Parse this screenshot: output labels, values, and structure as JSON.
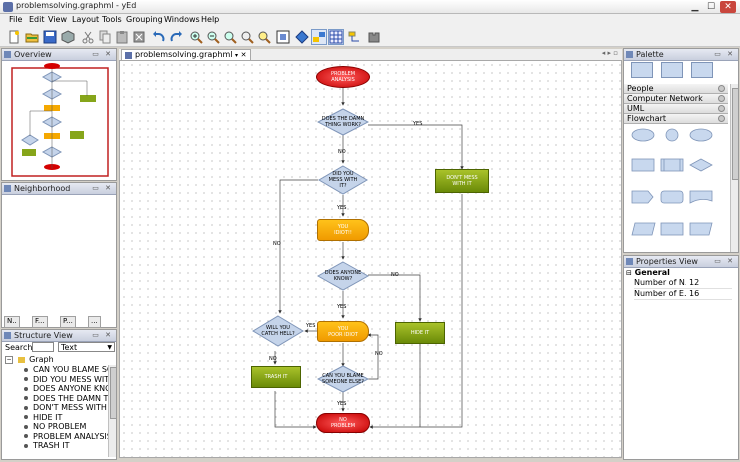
{
  "window": {
    "title": "problemsolving.graphml - yEd"
  },
  "menu": [
    "File",
    "Edit",
    "View",
    "Layout",
    "Tools",
    "Grouping",
    "Windows",
    "Help"
  ],
  "panels": {
    "overview": "Overview",
    "neighborhood": "Neighborhood",
    "structure": "Structure View",
    "palette": "Palette",
    "properties": "Properties View"
  },
  "mini_tabs": [
    "N..",
    "F...",
    "P...",
    "..."
  ],
  "document_tab": "problemsolving.graphml",
  "structure": {
    "search_label": "Search",
    "search_value": "",
    "filter_value": "Text",
    "root": "Graph",
    "items": [
      "CAN YOU BLAME SO",
      "DID YOU MESS WITH",
      "DOES ANYONE KNO",
      "DOES THE DAMN TH",
      "DON'T MESS WITH I",
      "HIDE IT",
      "NO PROBLEM",
      "PROBLEM ANALYSIS",
      "TRASH IT"
    ]
  },
  "palette": {
    "sections": [
      "People",
      "Computer Network",
      "UML",
      "Flowchart"
    ]
  },
  "properties": {
    "section": "General",
    "rows": [
      {
        "label": "Number of N...",
        "value": "12"
      },
      {
        "label": "Number of E...",
        "value": "16"
      }
    ]
  },
  "flowchart": {
    "nodes": {
      "problem_analysis": "PROBLEM\nANALYSIS",
      "damn_thing": "DOES THE DAMN\nTHING WORK?",
      "mess_with": "DID YOU\nMESS WITH\nIT?",
      "dont_mess": "DON'T MESS\nWITH IT",
      "you_idiot": "YOU\nIDIOT!!",
      "anyone_know": "DOES ANYONE\nKNOW?",
      "catch_hell": "WILL YOU\nCATCH HELL?",
      "poor_idiot": "YOU\nPOOR IDIOT",
      "hide_it": "HIDE IT",
      "trash_it": "TRASH IT",
      "blame_else": "CAN YOU BLAME\nSOMEONE ELSE?",
      "no_problem": "NO\nPROBLEM"
    },
    "edge_labels": {
      "yes": "YES",
      "no": "NO"
    }
  },
  "colors": {
    "red_node": "#d40000",
    "diamond_fill": "#c5d4ea",
    "diamond_border": "#7f95b8",
    "orange_node": "#f5a800",
    "green_node": "#86a51a"
  }
}
